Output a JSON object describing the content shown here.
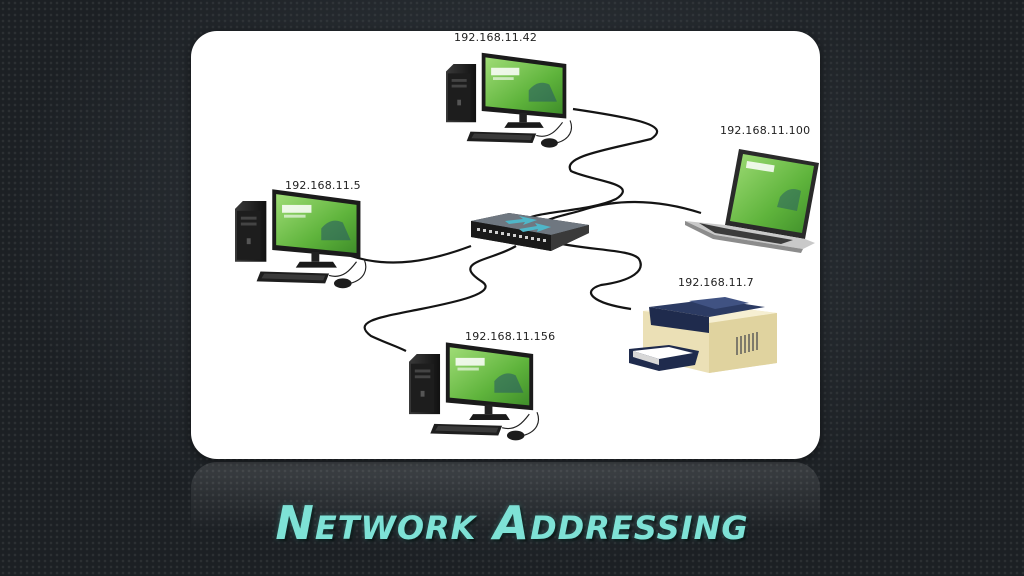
{
  "slide": {
    "title": "Network Addressing"
  },
  "devices": {
    "pc_top": {
      "ip": "192.168.11.42"
    },
    "laptop": {
      "ip": "192.168.11.100"
    },
    "pc_left": {
      "ip": "192.168.11.5"
    },
    "printer": {
      "ip": "192.168.11.7"
    },
    "pc_bottom": {
      "ip": "192.168.11.156"
    }
  },
  "icons": [
    "desktop-pc-icon",
    "laptop-icon",
    "printer-icon",
    "network-switch-icon"
  ],
  "colors": {
    "background": "#1c2024",
    "title": "#7ee2d6",
    "card": "#ffffff",
    "cable": "#111111",
    "screen": "#6bbf4a"
  }
}
